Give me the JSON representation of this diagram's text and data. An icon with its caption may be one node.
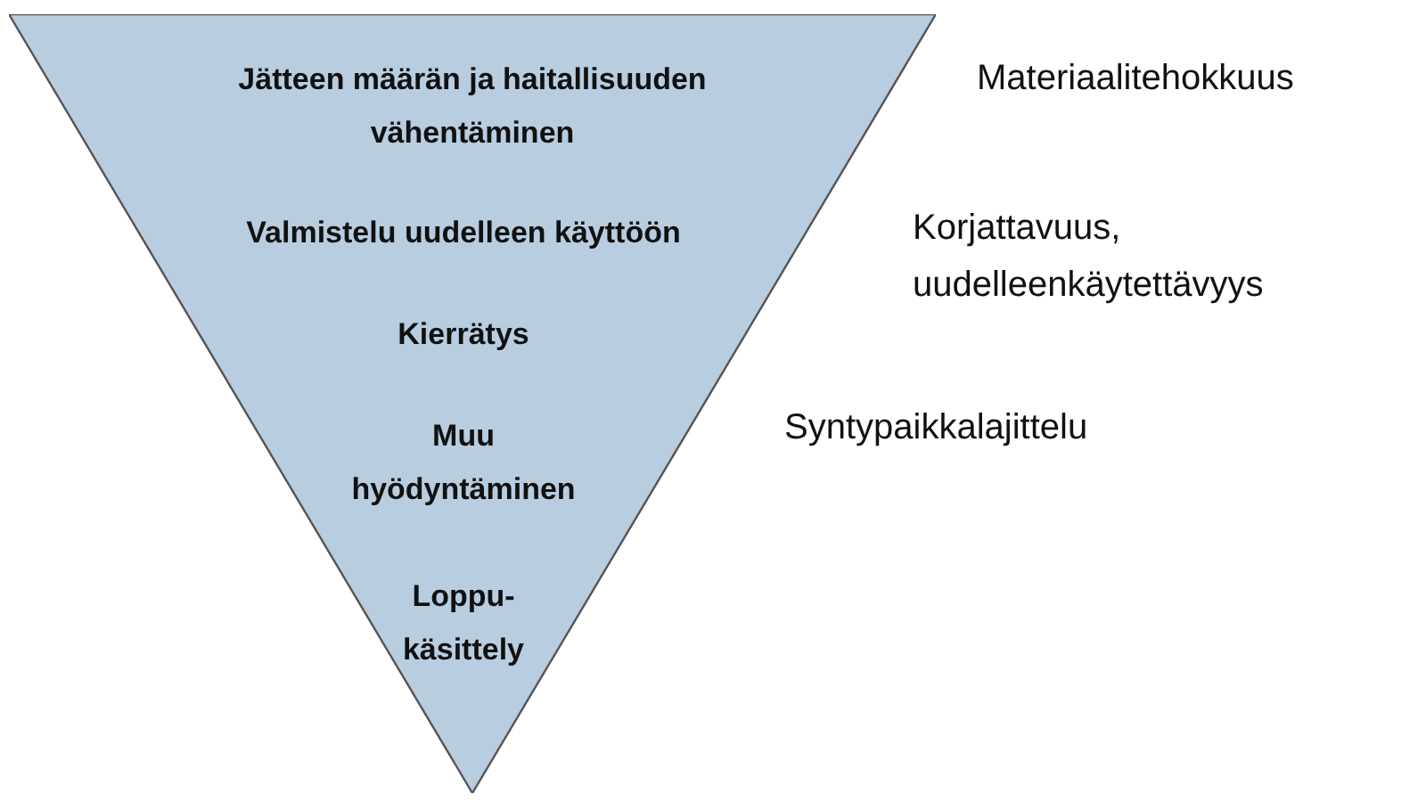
{
  "diagram": {
    "nodes": [
      {
        "text": [
          "Jätteen määrän ja haitallisuuden vähentäminen",
          "Valmistelu uudelleen käyttöön",
          "Kierrätys",
          "Muu hyödyntäminen",
          "Loppu- käsittely"
        ]
      }
    ],
    "labels": [
      "Materiaalitehokkuus",
      "Korjattavuus, uudelleenkäytettävyys",
      "Syntypaikkalajittelu"
    ]
  }
}
